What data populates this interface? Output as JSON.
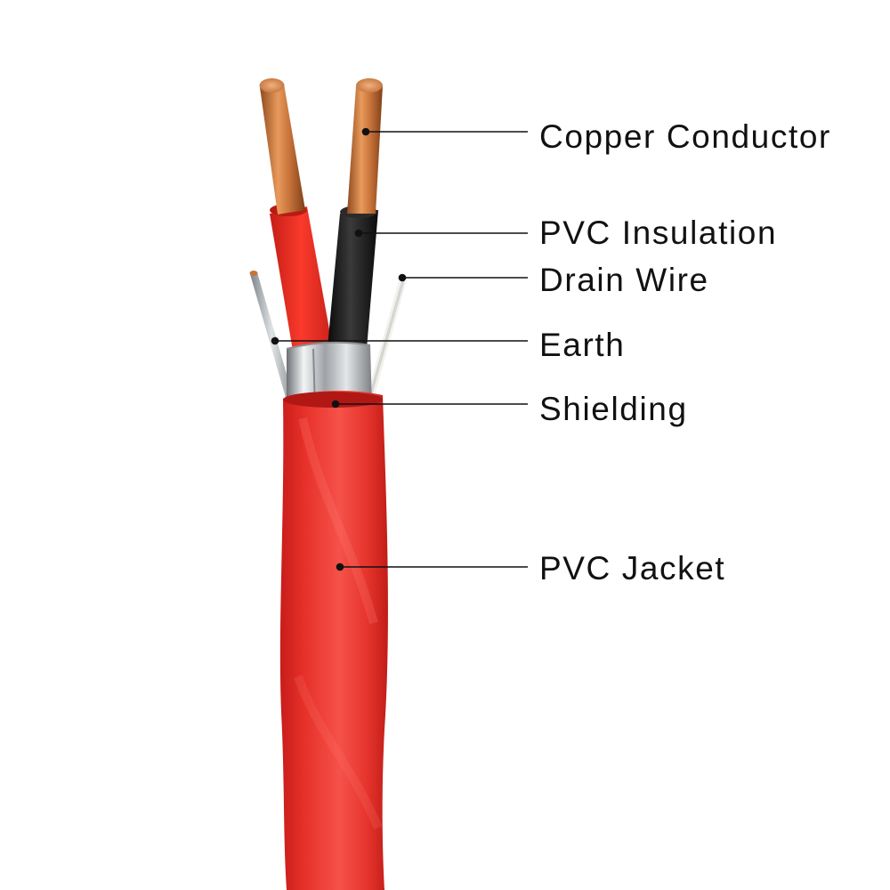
{
  "diagram": {
    "labels": [
      {
        "id": "copper-conductor",
        "text": "Copper Conductor"
      },
      {
        "id": "pvc-insulation",
        "text": "PVC Insulation"
      },
      {
        "id": "drain-wire",
        "text": "Drain Wire"
      },
      {
        "id": "earth",
        "text": "Earth"
      },
      {
        "id": "shielding",
        "text": "Shielding"
      },
      {
        "id": "pvc-jacket",
        "text": "PVC Jacket"
      }
    ]
  },
  "colors": {
    "jacket": "#e8302a",
    "red_insulation": "#ee2e24",
    "black_insulation": "#1a1a1a",
    "copper": "#c8733a",
    "shield": "#c9cbcd",
    "drain_wire": "#b8bdbf",
    "leader_line": "#111111"
  }
}
